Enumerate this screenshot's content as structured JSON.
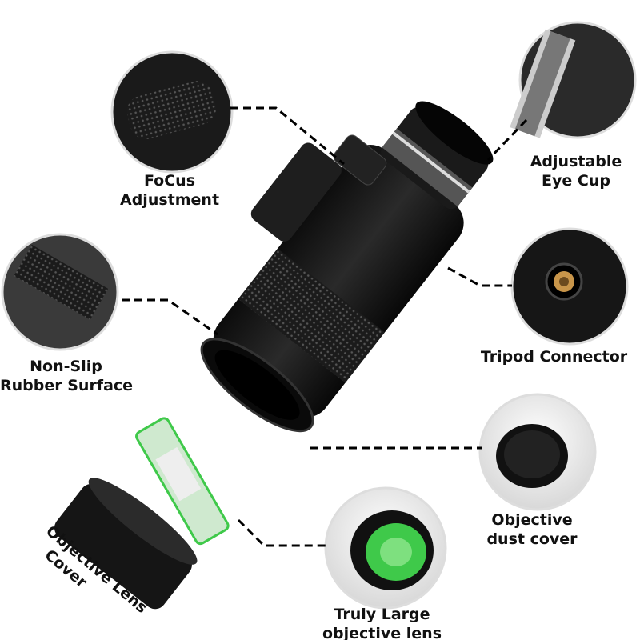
{
  "labels": {
    "focus": [
      "FoCus",
      "Adjustment"
    ],
    "eye_cup": [
      "Adjustable",
      "Eye Cup"
    ],
    "non_slip": [
      "Non-Slip",
      "Rubber Surface"
    ],
    "tripod": [
      "Tripod Connector"
    ],
    "dust_cover": [
      "Objective",
      "dust cover"
    ],
    "lens_cover": [
      "Objective Lens",
      "Cover"
    ],
    "large_lens": [
      "Truly Large",
      "objective lens"
    ]
  },
  "colors": {
    "body": "#111111",
    "lens_green": "#3fc94a",
    "brass": "#c8954a"
  }
}
